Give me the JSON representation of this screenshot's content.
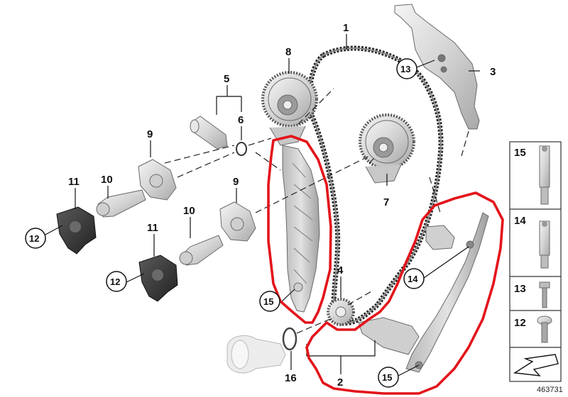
{
  "diagram": {
    "callouts": {
      "c1": "1",
      "c2": "2",
      "c3": "3",
      "c4": "4",
      "c5": "5",
      "c6": "6",
      "c7": "7",
      "c8": "8",
      "c9a": "9",
      "c9b": "9",
      "c10a": "10",
      "c10b": "10",
      "c11a": "11",
      "c11b": "11",
      "c12a": "12",
      "c12b": "12",
      "c13": "13",
      "c14": "14",
      "c15a": "15",
      "c15b": "15",
      "c16": "16"
    },
    "legend": [
      "15",
      "14",
      "13",
      "12"
    ],
    "doc_number": "463731",
    "highlight_color": "#e3141b"
  }
}
